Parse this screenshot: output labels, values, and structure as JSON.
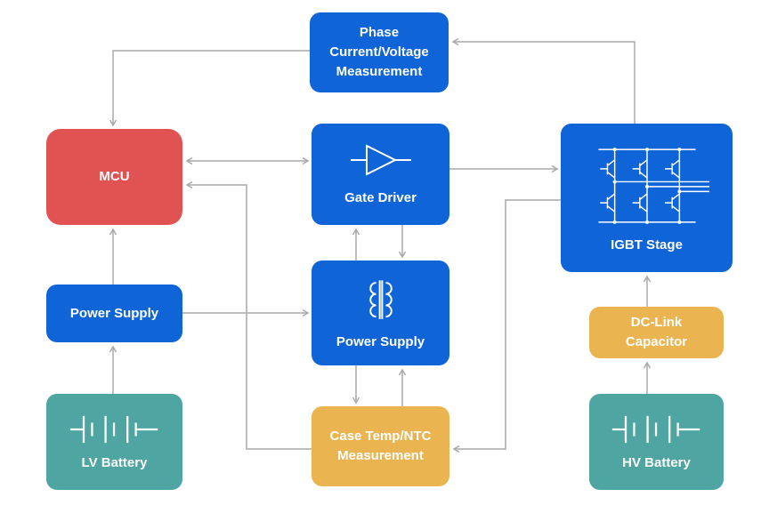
{
  "diagram": {
    "kind": "inverter-system-block-diagram",
    "background": "#ffffff",
    "arrow_color": "#a9a9a9"
  },
  "colors": {
    "blue": "#0f64d8",
    "red": "#e15352",
    "teal": "#4ea5a1",
    "gold": "#eab550",
    "text": "#ffffff"
  },
  "nodes": {
    "phase_measurement": {
      "lines": [
        "Phase",
        "Current/Voltage",
        "Measurement"
      ],
      "color": "blue"
    },
    "mcu": {
      "label": "MCU",
      "color": "red"
    },
    "gate_driver": {
      "label": "Gate Driver",
      "color": "blue",
      "icon": "op-amp-icon"
    },
    "igbt_stage": {
      "label": "IGBT Stage",
      "color": "blue",
      "icon": "igbt-bridge-icon"
    },
    "power_supply_lv": {
      "label": "Power Supply",
      "color": "blue"
    },
    "power_supply_main": {
      "label": "Power Supply",
      "color": "blue",
      "icon": "transformer-icon"
    },
    "dc_link_capacitor": {
      "lines": [
        "DC-Link",
        "Capacitor"
      ],
      "color": "gold"
    },
    "lv_battery": {
      "label": "LV Battery",
      "color": "teal",
      "icon": "battery-icon"
    },
    "case_temp": {
      "lines": [
        "Case Temp/NTC",
        "Measurement"
      ],
      "color": "gold"
    },
    "hv_battery": {
      "label": "HV Battery",
      "color": "teal",
      "icon": "battery-icon"
    }
  },
  "edges": [
    {
      "from": "phase_measurement",
      "to": "mcu"
    },
    {
      "from": "igbt_stage",
      "to": "phase_measurement"
    },
    {
      "from": "mcu",
      "to": "gate_driver",
      "bidirectional": true
    },
    {
      "from": "gate_driver",
      "to": "igbt_stage"
    },
    {
      "from": "case_temp",
      "to": "mcu"
    },
    {
      "from": "power_supply_lv",
      "to": "mcu"
    },
    {
      "from": "lv_battery",
      "to": "power_supply_lv"
    },
    {
      "from": "power_supply_lv",
      "to": "power_supply_main"
    },
    {
      "from": "power_supply_main",
      "to": "gate_driver"
    },
    {
      "from": "gate_driver",
      "to": "power_supply_main"
    },
    {
      "from": "power_supply_main",
      "to": "case_temp"
    },
    {
      "from": "case_temp",
      "to": "power_supply_main"
    },
    {
      "from": "hv_battery",
      "to": "dc_link_capacitor"
    },
    {
      "from": "dc_link_capacitor",
      "to": "igbt_stage"
    },
    {
      "from": "igbt_stage",
      "to": "case_temp"
    }
  ]
}
